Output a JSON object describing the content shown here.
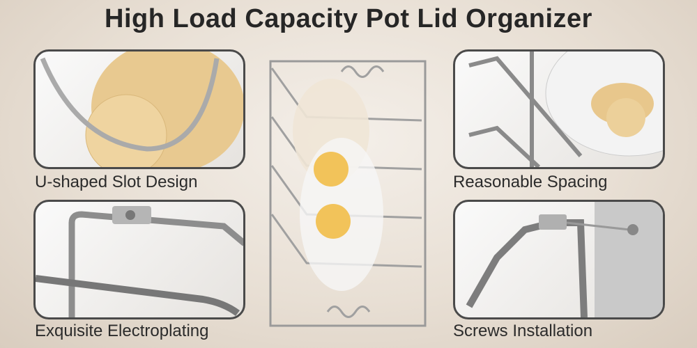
{
  "title": "High Load Capacity Pot Lid Organizer",
  "features": [
    {
      "caption": "U-shaped Slot Design"
    },
    {
      "caption": "Exquisite Electroplating"
    },
    {
      "caption": "Reasonable Spacing"
    },
    {
      "caption": "Screws Installation"
    }
  ],
  "colors": {
    "wood": "#e6c48a",
    "chrome": "#9a9a9a",
    "border": "#4a4a4a",
    "knob": "#f2c35a"
  }
}
